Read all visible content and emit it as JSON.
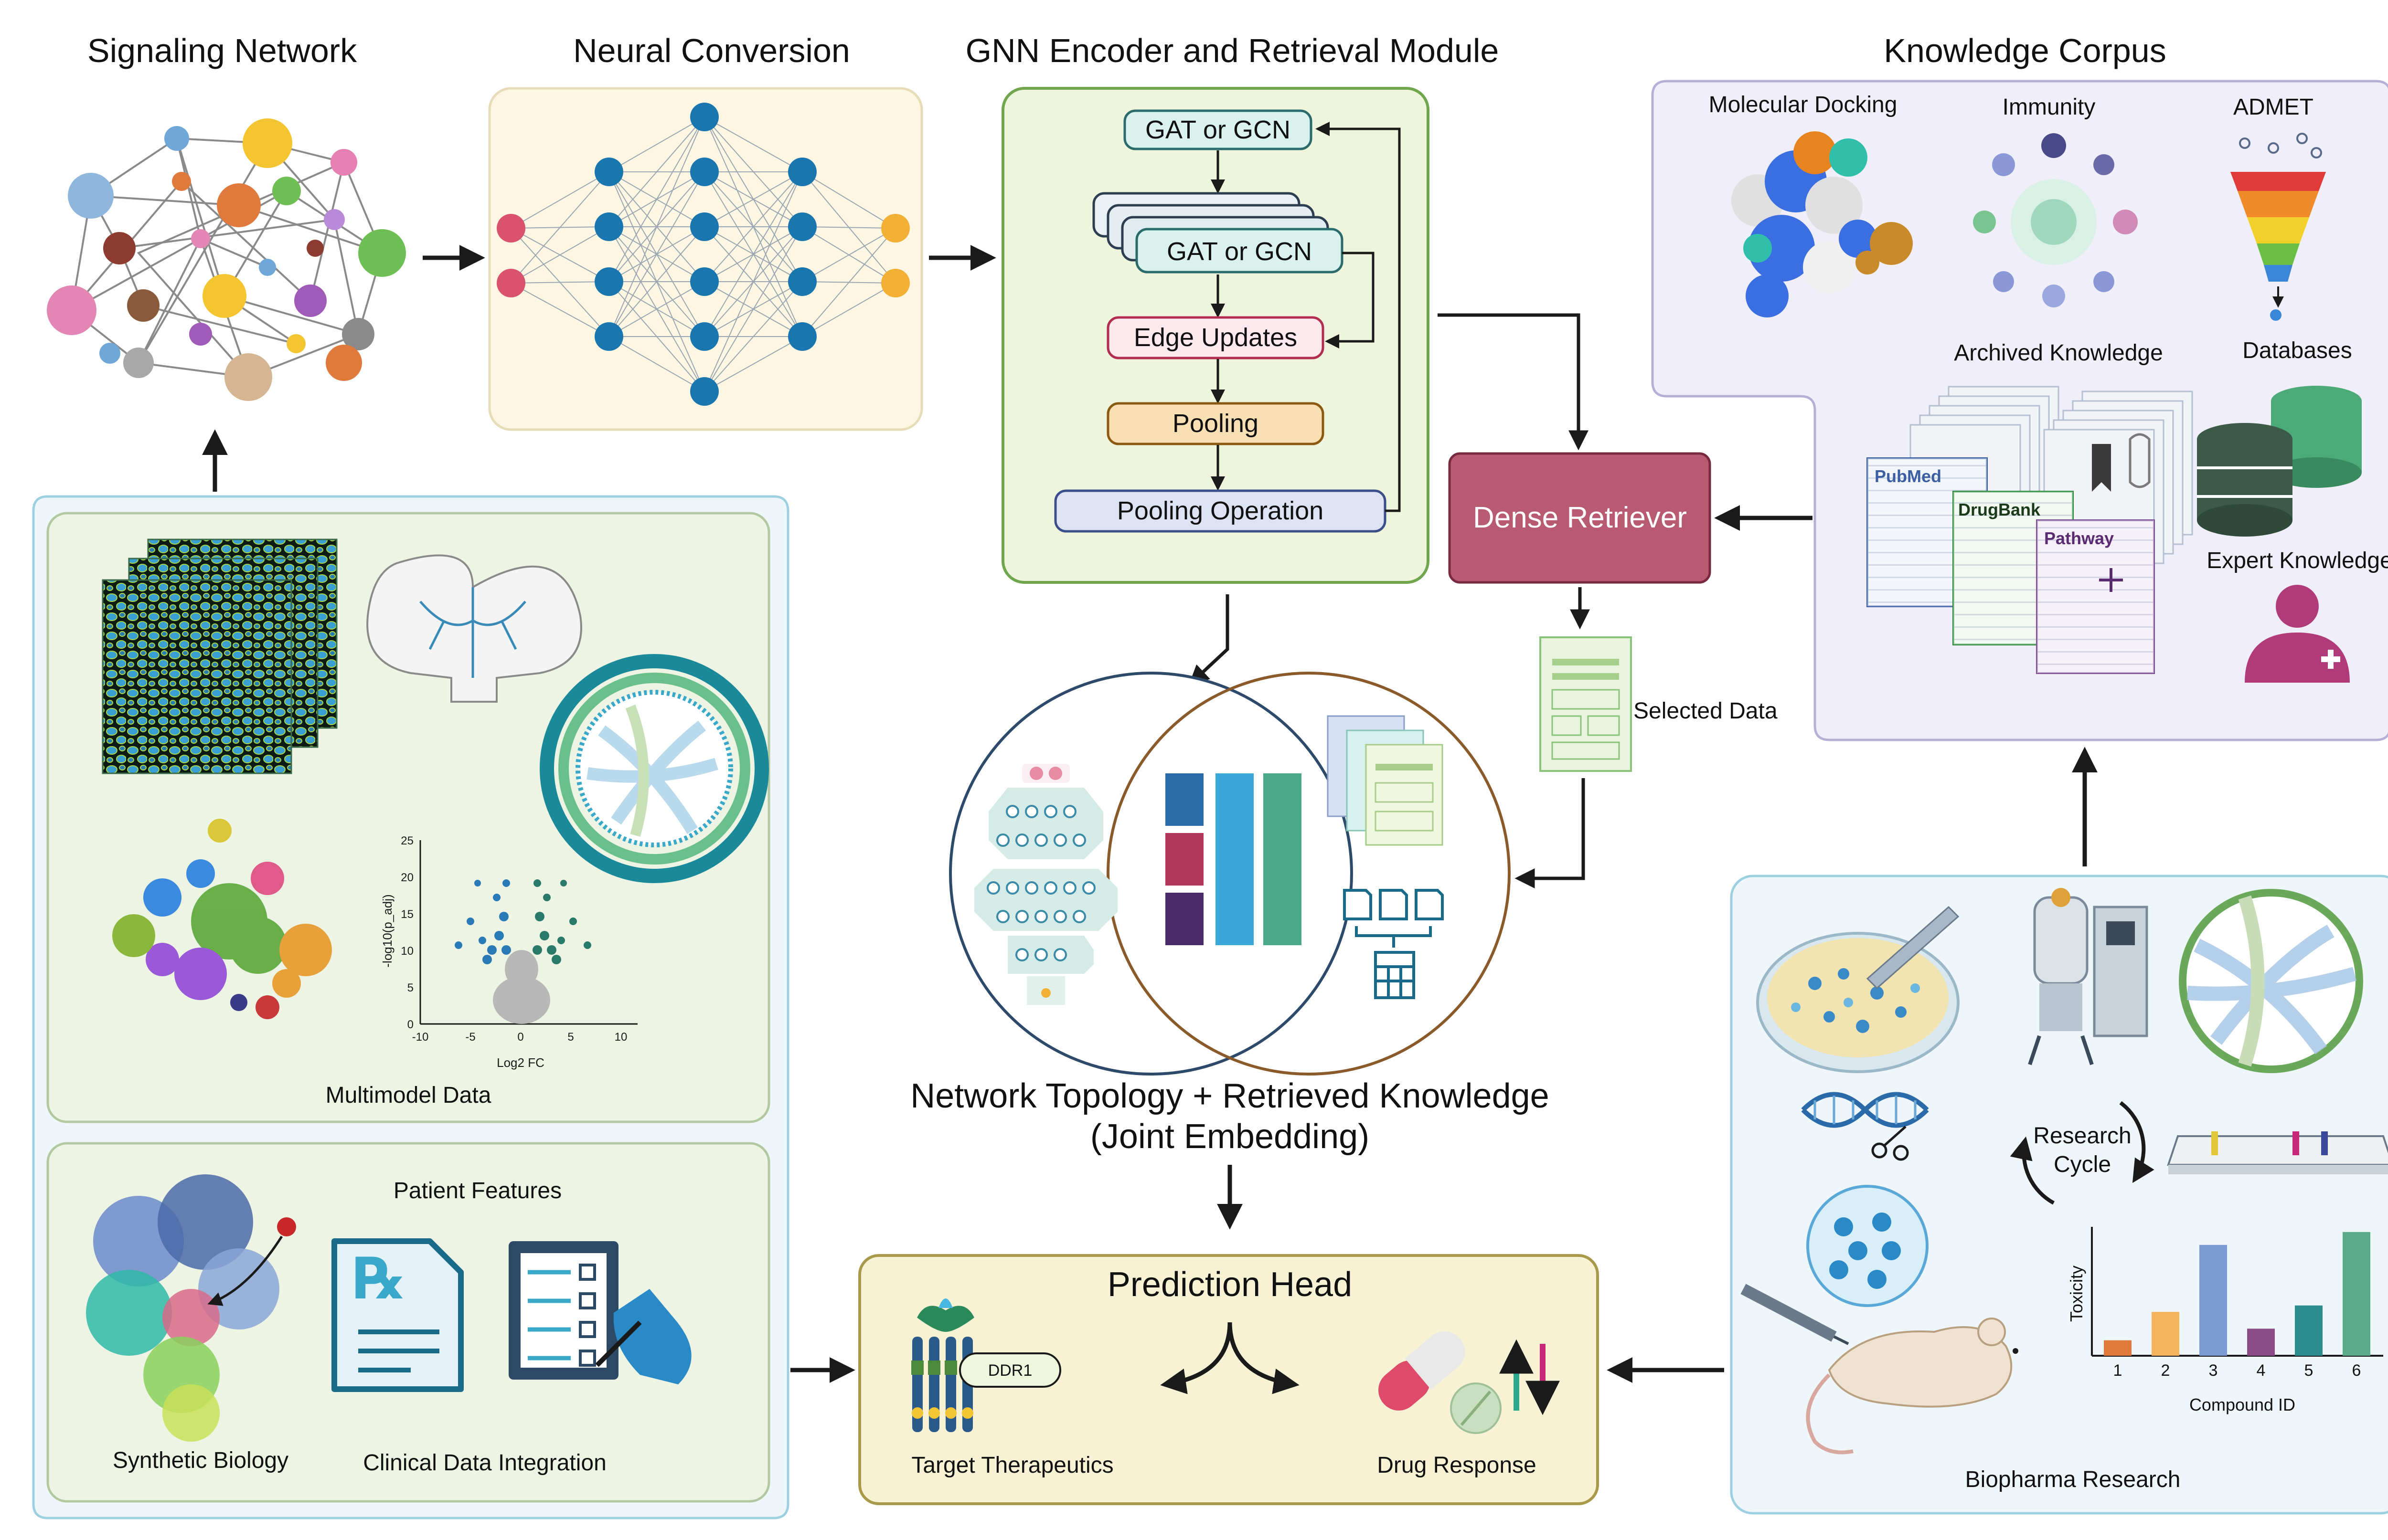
{
  "sections": {
    "signaling": "Signaling Network",
    "neural": "Neural Conversion",
    "gnn": "GNN Encoder and Retrieval Module",
    "knowledge": "Knowledge Corpus"
  },
  "gnn": {
    "layer1": "GAT or GCN",
    "layer2": "GAT or GCN",
    "edge": "Edge Updates",
    "pooling": "Pooling",
    "pooling_op": "Pooling Operation"
  },
  "retriever": {
    "label": "Dense Retriever",
    "selected": "Selected Data"
  },
  "knowledge": {
    "docking": "Molecular Docking",
    "immunity": "Immunity",
    "admet": "ADMET",
    "archived": "Archived Knowledge",
    "databases": "Databases",
    "pubmed": "PubMed",
    "drugbank": "DrugBank",
    "pathway": "Pathway",
    "expert": "Expert Knowledge"
  },
  "joint": {
    "line1": "Network Topology + Retrieved Knowledge",
    "line2": "(Joint Embedding)"
  },
  "multimodel": {
    "label": "Multimodel Data"
  },
  "volcano": {
    "xlabel": "Log2 FC",
    "ylabel": "-log10(p_adj)",
    "yticks": [
      "25",
      "20",
      "15",
      "10",
      "5",
      "0"
    ],
    "xticks": [
      "-10",
      "-5",
      "0",
      "5",
      "10"
    ]
  },
  "patient": {
    "title": "Patient Features",
    "synbio": "Synthetic Biology",
    "clinical": "Clinical Data Integration"
  },
  "prediction": {
    "title": "Prediction Head",
    "target": "Target Therapeutics",
    "ddr1": "DDR1",
    "response": "Drug Response"
  },
  "biopharma": {
    "label": "Biopharma Research",
    "cycle1": "Research",
    "cycle2": "Cycle"
  },
  "toxicity_chart": {
    "type": "bar",
    "ylabel": "Toxicity",
    "xlabel": "Compound ID",
    "categories": [
      "1",
      "2",
      "3",
      "4",
      "5",
      "6"
    ],
    "values": [
      1.2,
      3.4,
      8.6,
      2.1,
      3.9,
      9.6
    ],
    "colors": [
      "#e07a3c",
      "#f3b45c",
      "#7d9bd3",
      "#8a4b86",
      "#2b8c8e",
      "#5aad88"
    ],
    "ylim": [
      0,
      10
    ]
  }
}
